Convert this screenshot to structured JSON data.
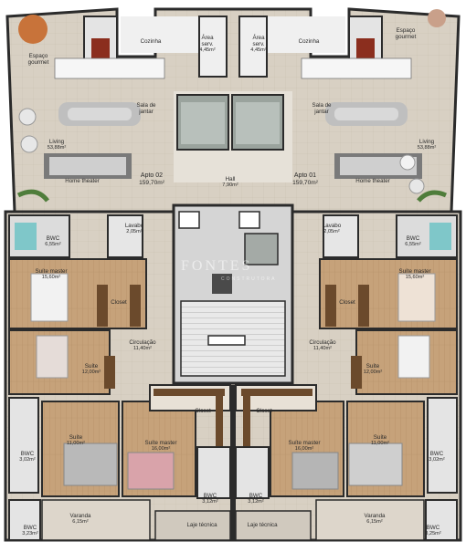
{
  "rooms": {
    "espaco_gourmet_l": {
      "name": "Espaço gourmet",
      "area": ""
    },
    "espaco_gourmet_r": {
      "name": "Espaço gourmet",
      "area": ""
    },
    "cozinha_l": {
      "name": "Cozinha",
      "area": ""
    },
    "cozinha_r": {
      "name": "Cozinha",
      "area": ""
    },
    "area_serv_l": {
      "name": "Área serv.",
      "area": "4,45m²"
    },
    "area_serv_r": {
      "name": "Área serv.",
      "area": "4,45m²"
    },
    "sala_jantar_l": {
      "name": "Sala de jantar",
      "area": ""
    },
    "sala_jantar_r": {
      "name": "Sala de jantar",
      "area": ""
    },
    "living_l": {
      "name": "Living",
      "area": "53,88m²"
    },
    "living_r": {
      "name": "Living",
      "area": "53,88m²"
    },
    "home_theater_l": {
      "name": "Home theater",
      "area": ""
    },
    "home_theater_r": {
      "name": "Home theater",
      "area": ""
    },
    "apto_02": {
      "name": "Apto 02",
      "area": "159,70m²"
    },
    "apto_01": {
      "name": "Apto 01",
      "area": "159,70m²"
    },
    "hall": {
      "name": "Hall",
      "area": "7,90m²"
    },
    "bwc_l_top": {
      "name": "BWC",
      "area": "6,55m²"
    },
    "bwc_r_top": {
      "name": "BWC",
      "area": "6,55m²"
    },
    "lavabo_l": {
      "name": "Lavabo",
      "area": "2,05m²"
    },
    "lavabo_r": {
      "name": "Lavabo",
      "area": "2,05m²"
    },
    "suite_master_l_top": {
      "name": "Suíte master",
      "area": "15,60m²"
    },
    "suite_master_r_top": {
      "name": "Suíte master",
      "area": "15,60m²"
    },
    "closet_l_top": {
      "name": "Closet",
      "area": ""
    },
    "closet_r_top": {
      "name": "Closet",
      "area": ""
    },
    "circulacao_l": {
      "name": "Circulação",
      "area": "11,40m²"
    },
    "circulacao_r": {
      "name": "Circulação",
      "area": "11,40m²"
    },
    "suite_l_mid": {
      "name": "Suíte",
      "area": "12,00m²"
    },
    "suite_r_mid": {
      "name": "Suíte",
      "area": "12,00m²"
    },
    "closet_l_bot": {
      "name": "Closet",
      "area": ""
    },
    "closet_r_bot": {
      "name": "Closet",
      "area": ""
    },
    "suite_l_bot": {
      "name": "Suíte",
      "area": "11,00m²"
    },
    "suite_r_bot": {
      "name": "Suíte",
      "area": "11,00m²"
    },
    "suite_master_l_bot": {
      "name": "Suíte master",
      "area": "16,00m²"
    },
    "suite_master_r_bot": {
      "name": "Suíte master",
      "area": "16,00m²"
    },
    "bwc_l_side": {
      "name": "BWC",
      "area": "3,02m²"
    },
    "bwc_r_side": {
      "name": "BWC",
      "area": "3,02m²"
    },
    "bwc_l_center": {
      "name": "BWC",
      "area": "3,12m²"
    },
    "bwc_r_center": {
      "name": "BWC",
      "area": "3,12m²"
    },
    "bwc_l_corner": {
      "name": "BWC",
      "area": "3,23m²"
    },
    "bwc_r_corner": {
      "name": "BWC",
      "area": "3,25m²"
    },
    "varanda_l": {
      "name": "Varanda",
      "area": "6,15m²"
    },
    "varanda_r": {
      "name": "Varanda",
      "area": "6,15m²"
    },
    "laje_tecnica_l": {
      "name": "Laje técnica",
      "area": ""
    },
    "laje_tecnica_r": {
      "name": "Laje técnica",
      "area": ""
    }
  },
  "watermark": {
    "brand": "FONTES",
    "sub": "CONSTRUTORA"
  },
  "colors": {
    "floor_tile": "#d9d2c6",
    "floor_wood": "#c9a882",
    "wall": "#2b2b2b",
    "wet_area": "#dcdcdc",
    "glass": "#7fc7c9",
    "grass": "#4f7d3b"
  }
}
